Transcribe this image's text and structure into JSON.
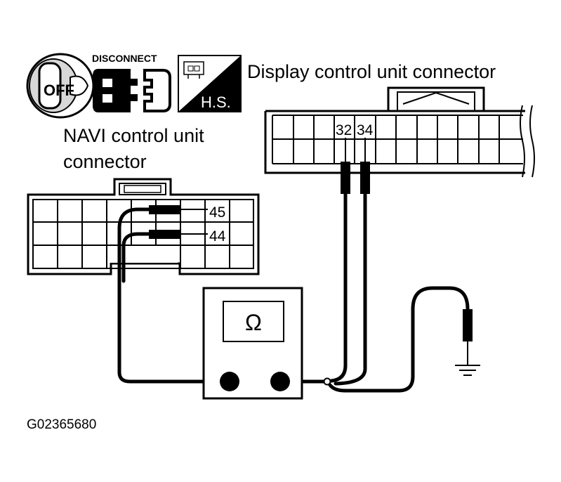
{
  "icons": {
    "ignition": {
      "text": "OFF",
      "icon": "ignition-key-off-icon"
    },
    "disconnect": {
      "text": "DISCONNECT",
      "icon": "connector-disconnect-icon"
    },
    "harness_side": {
      "text": "H.S.",
      "icon": "harness-side-icon"
    }
  },
  "display_connector": {
    "title": "Display control unit connector",
    "pins": [
      "32",
      "34"
    ]
  },
  "navi_connector": {
    "title_line1": "NAVI control unit",
    "title_line2": "connector",
    "pins": [
      "45",
      "44"
    ]
  },
  "meter": {
    "symbol": "Ω"
  },
  "figure_id": "G02365680"
}
